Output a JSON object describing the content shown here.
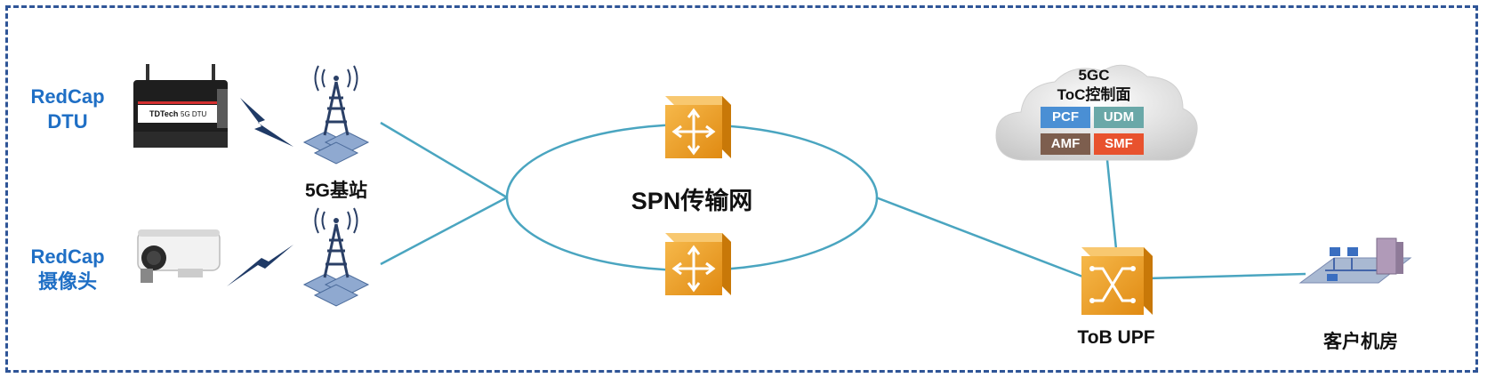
{
  "devices": {
    "dtu_label_line1": "RedCap",
    "dtu_label_line2": "DTU",
    "camera_label_line1": "RedCap",
    "camera_label_line2": "摄像头",
    "dtu_brand": "TDTech",
    "dtu_model": "5G DTU"
  },
  "base_station": {
    "label": "5G基站"
  },
  "transport": {
    "label": "SPN传输网"
  },
  "core": {
    "title_line1": "5GC",
    "title_line2": "ToC控制面",
    "functions": [
      {
        "name": "PCF",
        "color": "#4a8fd4"
      },
      {
        "name": "UDM",
        "color": "#6aa8a8"
      },
      {
        "name": "AMF",
        "color": "#7d5e4e"
      },
      {
        "name": "SMF",
        "color": "#e8522e"
      }
    ]
  },
  "upf": {
    "label": "ToB UPF"
  },
  "customer": {
    "label": "客户机房"
  },
  "colors": {
    "border": "#2f5597",
    "link": "#4aa5c0",
    "router": "#f0a21e",
    "label_blue": "#1f6fc5",
    "tower": "#2a3f66",
    "hex": "#8fa9d0"
  }
}
